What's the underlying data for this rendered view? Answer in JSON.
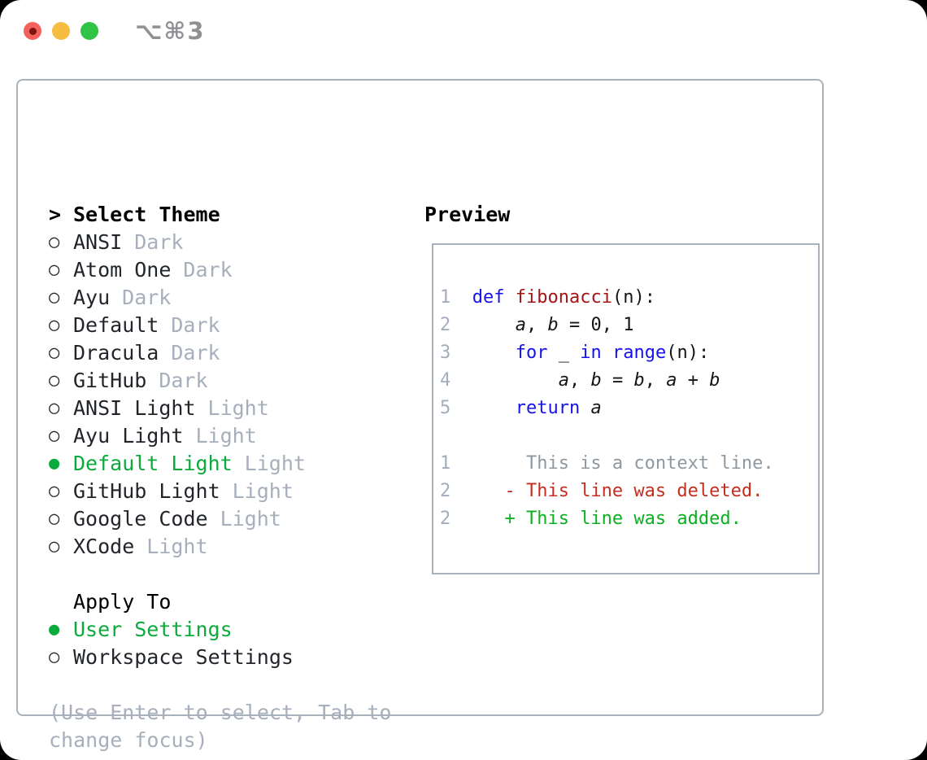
{
  "window": {
    "shortcut_label": "⌥⌘3"
  },
  "icons": {
    "radio_off": "○",
    "radio_on": "●",
    "focus_caret": ">"
  },
  "theme_picker": {
    "header_label": "Select Theme",
    "themes": [
      {
        "name": "ANSI",
        "tag": "Dark",
        "selected": false
      },
      {
        "name": "Atom One",
        "tag": "Dark",
        "selected": false
      },
      {
        "name": "Ayu",
        "tag": "Dark",
        "selected": false
      },
      {
        "name": "Default",
        "tag": "Dark",
        "selected": false
      },
      {
        "name": "Dracula",
        "tag": "Dark",
        "selected": false
      },
      {
        "name": "GitHub",
        "tag": "Dark",
        "selected": false
      },
      {
        "name": "ANSI Light",
        "tag": "Light",
        "selected": false
      },
      {
        "name": "Ayu Light",
        "tag": "Light",
        "selected": false
      },
      {
        "name": "Default Light",
        "tag": "Light",
        "selected": true
      },
      {
        "name": "GitHub Light",
        "tag": "Light",
        "selected": false
      },
      {
        "name": "Google Code",
        "tag": "Light",
        "selected": false
      },
      {
        "name": "XCode",
        "tag": "Light",
        "selected": false
      }
    ],
    "apply_to": {
      "header_label": "Apply To",
      "options": [
        {
          "name": "User Settings",
          "selected": true
        },
        {
          "name": "Workspace Settings",
          "selected": false
        }
      ]
    },
    "hint": "(Use Enter to select, Tab to\nchange focus)"
  },
  "preview": {
    "title": "Preview",
    "lines": [
      [
        {
          "s": "ln",
          "t": "1"
        },
        {
          "s": "pl",
          "t": "  "
        },
        {
          "s": "kw",
          "t": "def"
        },
        {
          "s": "pl",
          "t": " "
        },
        {
          "s": "fn",
          "t": "fibonacci"
        },
        {
          "s": "pl",
          "t": "(n):"
        }
      ],
      [
        {
          "s": "ln",
          "t": "2"
        },
        {
          "s": "pl",
          "t": "      "
        },
        {
          "s": "it",
          "t": "a"
        },
        {
          "s": "pl",
          "t": ", "
        },
        {
          "s": "it",
          "t": "b"
        },
        {
          "s": "pl",
          "t": " = 0, 1"
        }
      ],
      [
        {
          "s": "ln",
          "t": "3"
        },
        {
          "s": "pl",
          "t": "      "
        },
        {
          "s": "kw",
          "t": "for"
        },
        {
          "s": "pl",
          "t": " _ "
        },
        {
          "s": "kw",
          "t": "in"
        },
        {
          "s": "pl",
          "t": " "
        },
        {
          "s": "kw",
          "t": "range"
        },
        {
          "s": "pl",
          "t": "(n):"
        }
      ],
      [
        {
          "s": "ln",
          "t": "4"
        },
        {
          "s": "pl",
          "t": "          "
        },
        {
          "s": "it",
          "t": "a"
        },
        {
          "s": "pl",
          "t": ", "
        },
        {
          "s": "it",
          "t": "b"
        },
        {
          "s": "pl",
          "t": " = "
        },
        {
          "s": "it",
          "t": "b"
        },
        {
          "s": "pl",
          "t": ", "
        },
        {
          "s": "it",
          "t": "a"
        },
        {
          "s": "pl",
          "t": " + "
        },
        {
          "s": "it",
          "t": "b"
        }
      ],
      [
        {
          "s": "ln",
          "t": "5"
        },
        {
          "s": "pl",
          "t": "      "
        },
        {
          "s": "kw",
          "t": "return"
        },
        {
          "s": "pl",
          "t": " "
        },
        {
          "s": "it",
          "t": "a"
        }
      ],
      [],
      [
        {
          "s": "ln",
          "t": "1"
        },
        {
          "s": "ctx",
          "t": "       This is a context line."
        }
      ],
      [
        {
          "s": "ln",
          "t": "2"
        },
        {
          "s": "del",
          "t": "     - This line was deleted."
        }
      ],
      [
        {
          "s": "ln",
          "t": "2"
        },
        {
          "s": "add",
          "t": "     + This line was added."
        }
      ]
    ]
  },
  "colors": {
    "accent_green": "#0caa3c",
    "text_dark": "#22262b",
    "muted_gray": "#a6afbb",
    "border_gray": "#a9b1ba",
    "titlebar_gray": "#8f9195",
    "traffic_red": "#f4605b",
    "traffic_red_dot": "#7d150c",
    "traffic_yellow": "#f6bd40",
    "traffic_green": "#30c345",
    "lineno_gray": "#a3adbb",
    "code_plain": "#131518",
    "code_keyword": "#1512eb",
    "code_function": "#a31515",
    "diff_context": "#8f989f",
    "diff_red": "#c52e1f",
    "diff_green": "#0bb021"
  }
}
